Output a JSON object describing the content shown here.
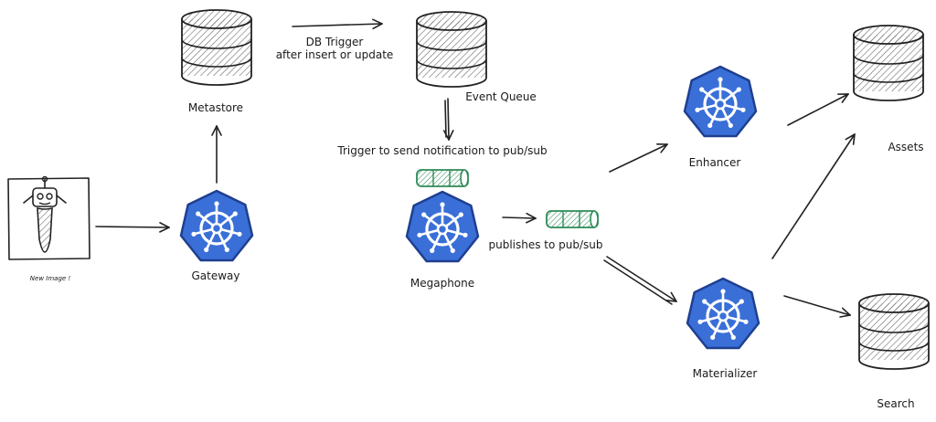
{
  "labels": {
    "new_image": "New Image !",
    "gateway": "Gateway",
    "metastore": "Metastore",
    "db_trigger_line1": "DB Trigger",
    "db_trigger_line2": "after insert or update",
    "event_queue": "Event Queue",
    "trigger_notification": "Trigger to send notification to pub/sub",
    "megaphone": "Megaphone",
    "publishes": "publishes to pub/sub",
    "enhancer": "Enhancer",
    "materializer": "Materializer",
    "assets": "Assets",
    "search": "Search"
  },
  "icons": {
    "service": "kubernetes-helm-icon",
    "database": "database-cylinder-icon",
    "queue": "queue-pipe-icon",
    "robot": "robot-icon"
  },
  "colors": {
    "service_fill": "#3a6fd8",
    "service_stroke": "#1f3f8f",
    "queue_fill": "#7fc99a",
    "queue_stroke": "#2e8b57",
    "ink": "#222222",
    "db_hatch": "#6a6a6a"
  }
}
